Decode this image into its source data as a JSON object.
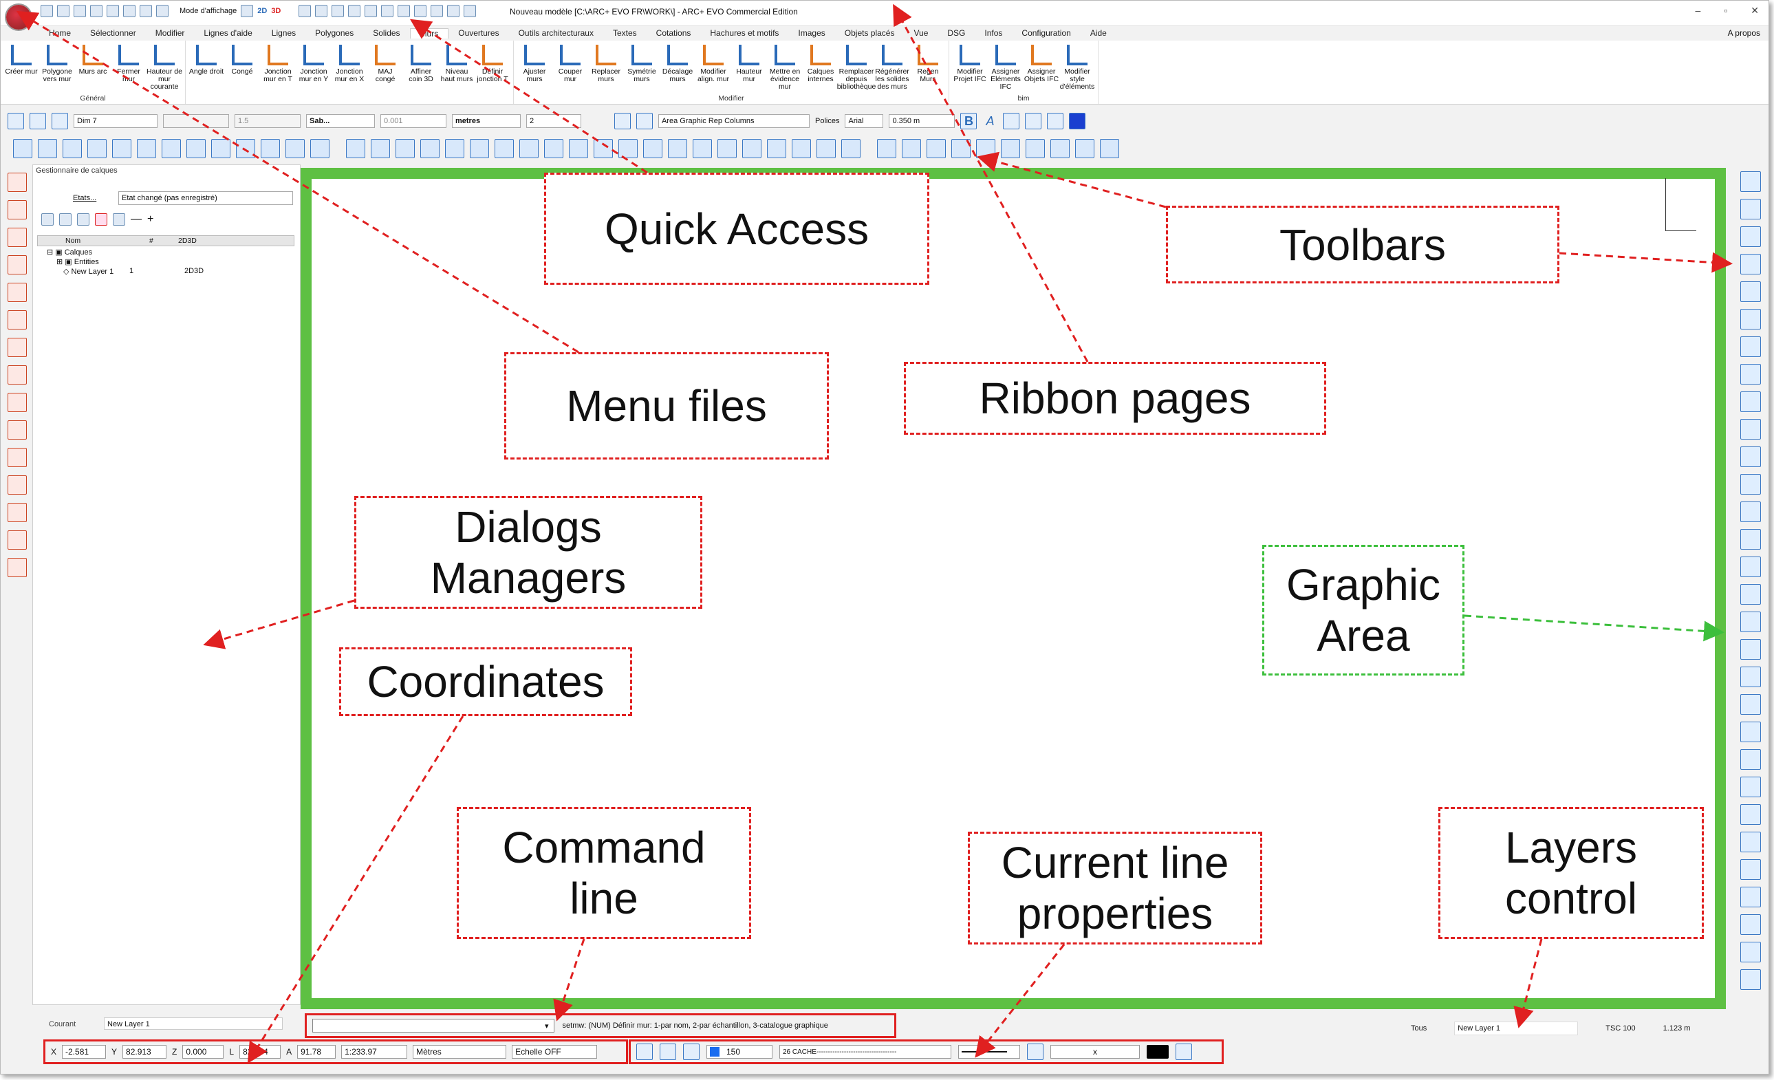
{
  "window": {
    "title": "Nouveau modèle [C:\\ARC+ EVO FR\\WORK\\] - ARC+ EVO Commercial Edition",
    "display_mode": "Mode d'affichage",
    "view_2d": "2D",
    "view_3d": "3D",
    "controls": [
      "–",
      "▫",
      "✕"
    ],
    "about": "A propos"
  },
  "ribbon_tabs": [
    "Home",
    "Sélectionner",
    "Modifier",
    "Lignes d'aide",
    "Lignes",
    "Polygones",
    "Solides",
    "Murs",
    "Ouvertures",
    "Outils architecturaux",
    "Textes",
    "Cotations",
    "Hachures et motifs",
    "Images",
    "Objets placés",
    "Vue",
    "DSG",
    "Infos",
    "Configuration",
    "Aide"
  ],
  "ribbon": {
    "groups": [
      {
        "name": "Général",
        "buttons": [
          "Créer mur",
          "Polygone vers mur",
          "Murs arc",
          "Fermer mur",
          "Hauteur de mur courante"
        ]
      },
      {
        "name": "",
        "buttons": [
          "Angle droit",
          "Congé",
          "Jonction mur en T",
          "Jonction mur en Y",
          "Jonction mur en X",
          "MAJ congé",
          "Affiner coin 3D",
          "Niveau haut murs",
          "Définir jonction T"
        ]
      },
      {
        "name": "Modifier",
        "buttons": [
          "Ajuster murs",
          "Couper mur",
          "Replacer murs",
          "Symétrie murs",
          "Décalage murs",
          "Modifier align. mur",
          "Hauteur mur",
          "Mettre en évidence mur",
          "Calques internes",
          "Remplacer depuis bibliothèque",
          "Régénérer les solides des murs",
          "Regen Murs"
        ]
      },
      {
        "name": "bim",
        "buttons": [
          "Modifier Projet IFC",
          "Assigner Eléments IFC",
          "Assigner Objets IFC",
          "Modifier style d'éléments"
        ]
      }
    ]
  },
  "toolbar1": {
    "dim_style": "Dim 7",
    "value1": "1.5",
    "font_style": "Sab...",
    "value2": "0.001",
    "units": "metres",
    "value3": "2",
    "text_style": "Area Graphic Rep Columns",
    "fonts_label": "Polices",
    "font": "Arial",
    "text_height": "0.350 m",
    "bold": "B",
    "italic": "A"
  },
  "layer_manager": {
    "title": "Gestionnaire de calques",
    "states_label": "Etats...",
    "state_value": "Etat changé (pas enregistré)",
    "columns": [
      "Nom",
      "#",
      "2D3D"
    ],
    "rows": [
      {
        "name": "Calques",
        "num": "",
        "mode": ""
      },
      {
        "name": "Entities",
        "num": "",
        "mode": ""
      },
      {
        "name": "New Layer 1",
        "num": "1",
        "mode": "2D3D"
      }
    ]
  },
  "annotations": {
    "quick_access": "Quick Access",
    "toolbars": "Toolbars",
    "menu_files": "Menu files",
    "ribbon_pages": "Ribbon pages",
    "dialogs_managers_1": "Dialogs",
    "dialogs_managers_2": "Managers",
    "graphic_area_1": "Graphic",
    "graphic_area_2": "Area",
    "coordinates": "Coordinates",
    "command_line_1": "Command",
    "command_line_2": "line",
    "current_line_1": "Current line",
    "current_line_2": "properties",
    "layers_control_1": "Layers",
    "layers_control_2": "control"
  },
  "command_line": {
    "prompt": "setmw: (NUM) Définir mur: 1-par nom, 2-par échantillon, 3-catalogue graphique"
  },
  "current": {
    "label": "Courant",
    "layer": "New Layer 1"
  },
  "coordinates": {
    "x_label": "X",
    "x": "-2.581",
    "y_label": "Y",
    "y": "82.913",
    "z_label": "Z",
    "z": "0.000",
    "l_label": "L",
    "l": "82.954",
    "a_label": "A",
    "a": "91.78",
    "scale": "1:233.97",
    "units": "Mètres",
    "echelle": "Echelle OFF"
  },
  "line_properties": {
    "weight": "150",
    "linetype": "26 CACHE-----------------------------------",
    "pattern": "x"
  },
  "layers_control": {
    "filter": "Tous",
    "layer": "New Layer 1",
    "tsc": "TSC 100",
    "value": "1.123 m"
  },
  "colors": {
    "graphic_area_border": "#5ec043",
    "annotation_red": "#e02020",
    "annotation_green": "#3cbf3c",
    "accent_blue": "#2a6ab8"
  }
}
